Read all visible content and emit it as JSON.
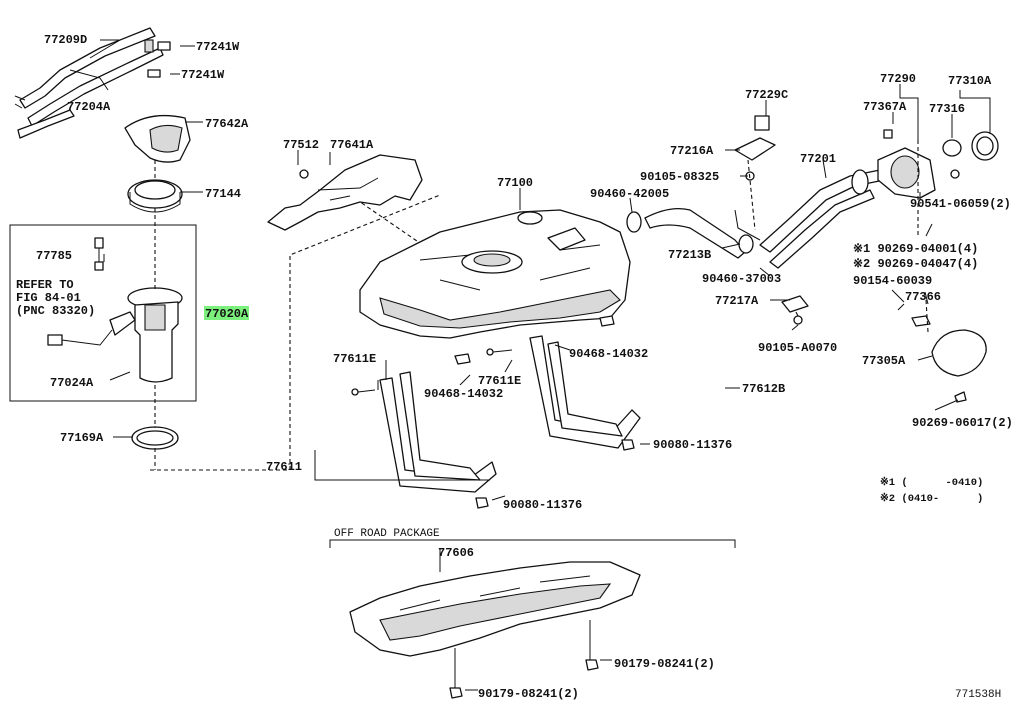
{
  "labels": {
    "l77209d": "77209D",
    "l77241w_1": "77241W",
    "l77241w_2": "77241W",
    "l77204a": "77204A",
    "l77642a": "77642A",
    "l77144": "77144",
    "l77785": "77785",
    "refer_1": "REFER TO",
    "refer_2": "FIG 84-01",
    "refer_3": "(PNC 83320)",
    "l77020a_num": "77020",
    "l77020a_suffix": "A",
    "l77024a": "77024A",
    "l77169a": "77169A",
    "l77512": "77512",
    "l77641a": "77641A",
    "l77100": "77100",
    "l77611e_1": "77611E",
    "l77611e_2": "77611E",
    "l90468_1": "90468-14032",
    "l90468_2": "90468-14032",
    "l77612b": "77612B",
    "l77611": "77611",
    "l90080_1": "90080-11376",
    "l90080_2": "90080-11376",
    "l77229c": "77229C",
    "l77216a": "77216A",
    "l90105_08325": "90105-08325",
    "l90460_42005": "90460-42005",
    "l77213b": "77213B",
    "l90460_37003": "90460-37003",
    "l77217a": "77217A",
    "l90105_a0070": "90105-A0070",
    "l77201": "77201",
    "l77290": "77290",
    "l77310a": "77310A",
    "l77367a": "77367A",
    "l77316": "77316",
    "l90541": "90541-06059(2)",
    "l90269_04001": "※1 90269-04001(4)",
    "l90269_04047": "※2 90269-04047(4)",
    "l90154": "90154-60039",
    "l77366": "77366",
    "l77305a": "77305A",
    "l90269_06017": "90269-06017(2)",
    "note1": "※1 (      -0410)",
    "note2": "※2 (0410-      )",
    "off_road": "OFF ROAD PACKAGE",
    "l77606": "77606",
    "l90179_1": "90179-08241(2)",
    "l90179_2": "90179-08241(2)",
    "figure_code": "771538H"
  },
  "highlight_color": "#7cf07c"
}
